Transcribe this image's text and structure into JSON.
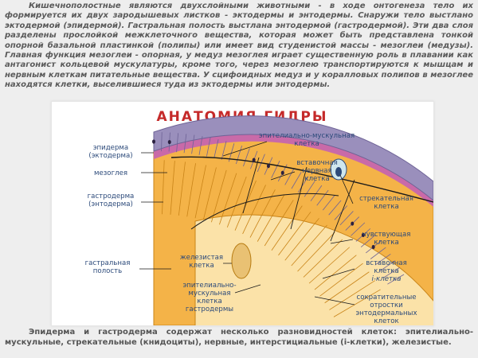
{
  "paragraph_top": "Кишечнополостные являются двухслойными животными - в ходе онтогенеза тело их формируется их двух зародышевых листков - эктодермы и энтодермы. Снаружи тело выстлано эктодермой (эпидермой). Гастральная полость выстлана энтодермой (гастродермой). Эти два слоя разделены прослойкой межклеточного вещества, которая может быть представлена тонкой опорной базальной пластинкой (полипы) или имеет вид студенистой массы - мезоглеи (медузы). Главная функция мезоглеи - опорная, у медуз мезоглея играет существенную роль в плавании как антагонист кольцевой мускулатуры, кроме того, через мезоглею транспортируются к мышцам и нервным клеткам питательные вещества. У сцифоидных медуз и у коралловых полипов в мезоглее находятся клетки, выселившиеся туда из эктодермы или энтодермы.",
  "paragraph_bottom": "Эпидерма и гастродерма содержат несколько разновидностей клеток: эпителиально-мускульные, стрекательные (книдоциты), нервные, интерстициальные (i-клетки), железистые.",
  "diagram": {
    "title": "АНАТОМИЯ ГИДРЫ",
    "left_labels": {
      "epiderm_1": "эпидерма",
      "epiderm_2": "(эктодерма)",
      "mesoglea": "мезоглея",
      "gastroderm_1": "гастродерма",
      "gastroderm_2": "(энтодерма)",
      "cavity_1": "гастральная",
      "cavity_2": "полость"
    },
    "right_labels": {
      "epimusc_1": "эпителиально-мускульная",
      "epimusc_2": "клетка",
      "nerve_1": "вставочная",
      "nerve_2": "нервная",
      "nerve_3": "клетка",
      "cnido_1": "стрекательная",
      "cnido_2": "клетка",
      "sens_1": "чувствующая",
      "sens_2": "клетка",
      "icell_1": "вставочная",
      "icell_2": "клетка",
      "icell_3": "i-клетка",
      "process_1": "сократительные",
      "process_2": "отростки",
      "process_3": "энтодермальных",
      "process_4": "клеток"
    },
    "inner_labels": {
      "gland_1": "железистая",
      "gland_2": "клетка",
      "gepimusc_1": "эпителиально-",
      "gepimusc_2": "мускульная",
      "gepimusc_3": "клетка",
      "gepimusc_4": "гастродермы"
    },
    "colors": {
      "title": "#c52a2a",
      "label": "#2c4a7a",
      "ectoderm": "#9a8fbc",
      "ectoderm_edge": "#6e6396",
      "mesoglea": "#c96aa8",
      "endoderm": "#f4b348",
      "endoderm_edge": "#c98418",
      "nerve": "#1a1a1a"
    }
  }
}
